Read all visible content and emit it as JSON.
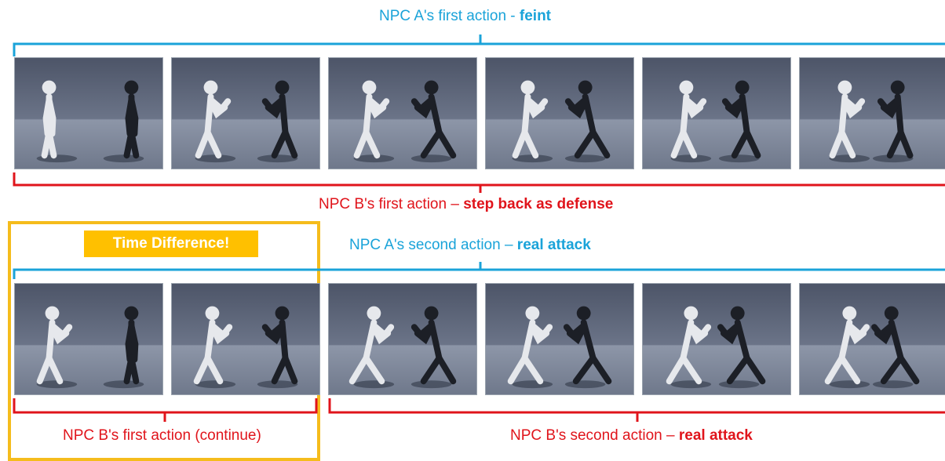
{
  "top_row": {
    "caption_above": {
      "prefix": "NPC A's  first action - ",
      "emphasis": "feint"
    },
    "caption_below": {
      "prefix": "NPC B's first action – ",
      "emphasis": "step back as defense"
    },
    "frames": [
      {
        "a_pose": "idle",
        "b_pose": "idle"
      },
      {
        "a_pose": "guard",
        "b_pose": "guard"
      },
      {
        "a_pose": "guard",
        "b_pose": "lunge"
      },
      {
        "a_pose": "guard",
        "b_pose": "lunge"
      },
      {
        "a_pose": "guard",
        "b_pose": "step"
      },
      {
        "a_pose": "guard",
        "b_pose": "guard"
      }
    ]
  },
  "bottom_row": {
    "highlight_label": "Time Difference!",
    "caption_above": {
      "prefix": "NPC A's  second action – ",
      "emphasis": "real attack"
    },
    "caption_below_left": {
      "text": "NPC B's first action (continue)"
    },
    "caption_below_right": {
      "prefix": "NPC B's second action – ",
      "emphasis": "real attack"
    },
    "frames": [
      {
        "a_pose": "guard",
        "b_pose": "idle"
      },
      {
        "a_pose": "step",
        "b_pose": "guard"
      },
      {
        "a_pose": "lunge",
        "b_pose": "lunge"
      },
      {
        "a_pose": "lunge",
        "b_pose": "clash"
      },
      {
        "a_pose": "lunge",
        "b_pose": "clash"
      },
      {
        "a_pose": "lunge",
        "b_pose": "clash"
      }
    ]
  },
  "colors": {
    "npc_a_caption": "#1aa3d9",
    "npc_b_caption": "#e0141b",
    "highlight": "#ffc000",
    "npc_a_figure": "#e6e8ec",
    "npc_b_figure": "#1c1f26"
  }
}
